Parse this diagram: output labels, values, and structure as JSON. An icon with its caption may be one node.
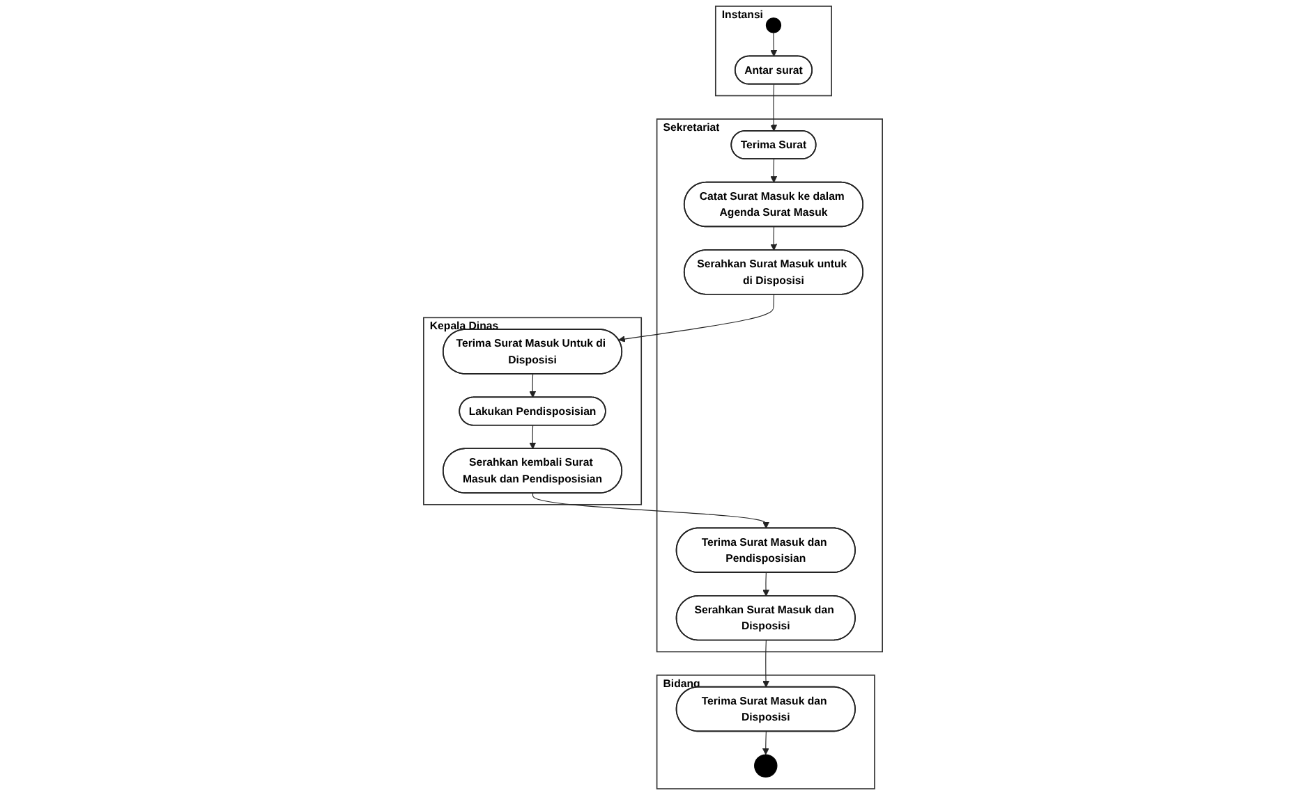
{
  "diagram": {
    "nodes": [
      {
        "text": [
          "Instansi"
        ]
      },
      {
        "text": [],
        "shape": "circle",
        "in": 0
      },
      {
        "text": [
          "Antar surat"
        ],
        "in": 0
      },
      {
        "text": [
          "Sekretariat"
        ]
      },
      {
        "text": [
          "Terima Surat"
        ],
        "in": 3
      },
      {
        "text": [
          "Catat Surat Masuk ke dalam Agenda Surat Masuk"
        ],
        "in": 3
      },
      {
        "text": [
          "Serahkan Surat Masuk untuk di Disposisi"
        ],
        "in": 3
      },
      {
        "text": [
          "Terima Surat Masuk dan Pendisposisian"
        ],
        "in": 3
      },
      {
        "text": [
          "Serahkan Surat Masuk dan Disposisi"
        ],
        "in": 3
      },
      {
        "text": [
          "Kepala Dinas"
        ]
      },
      {
        "text": [
          "Terima Surat Masuk Untuk di Disposisi"
        ],
        "in": 9
      },
      {
        "text": [
          "Lakukan Pendisposisian"
        ],
        "in": 9
      },
      {
        "text": [
          "Serahkan kembali Surat Masuk dan Pendisposisian"
        ],
        "in": 9
      },
      {
        "text": [
          "Bidang"
        ]
      },
      {
        "text": [
          "Terima Surat Masuk dan Disposisi"
        ],
        "in": 13
      },
      {
        "text": [],
        "shape": "circle",
        "in": 13
      }
    ],
    "edges": [
      {
        "from": 1,
        "to": 2,
        "arrow": "to"
      },
      {
        "from": 2,
        "to": 4,
        "arrow": "to"
      },
      {
        "from": 4,
        "to": 5,
        "arrow": "to"
      },
      {
        "from": 5,
        "to": 6,
        "arrow": "to"
      },
      {
        "from": 6,
        "to": 10,
        "arrow": "to"
      },
      {
        "from": 10,
        "to": 11,
        "arrow": "to"
      },
      {
        "from": 11,
        "to": 12,
        "arrow": "to"
      },
      {
        "from": 12,
        "to": 7,
        "arrow": "to"
      },
      {
        "from": 7,
        "to": 8,
        "arrow": "to"
      },
      {
        "from": 8,
        "to": 14,
        "arrow": "to"
      },
      {
        "from": 14,
        "to": 15,
        "arrow": "to"
      }
    ]
  }
}
